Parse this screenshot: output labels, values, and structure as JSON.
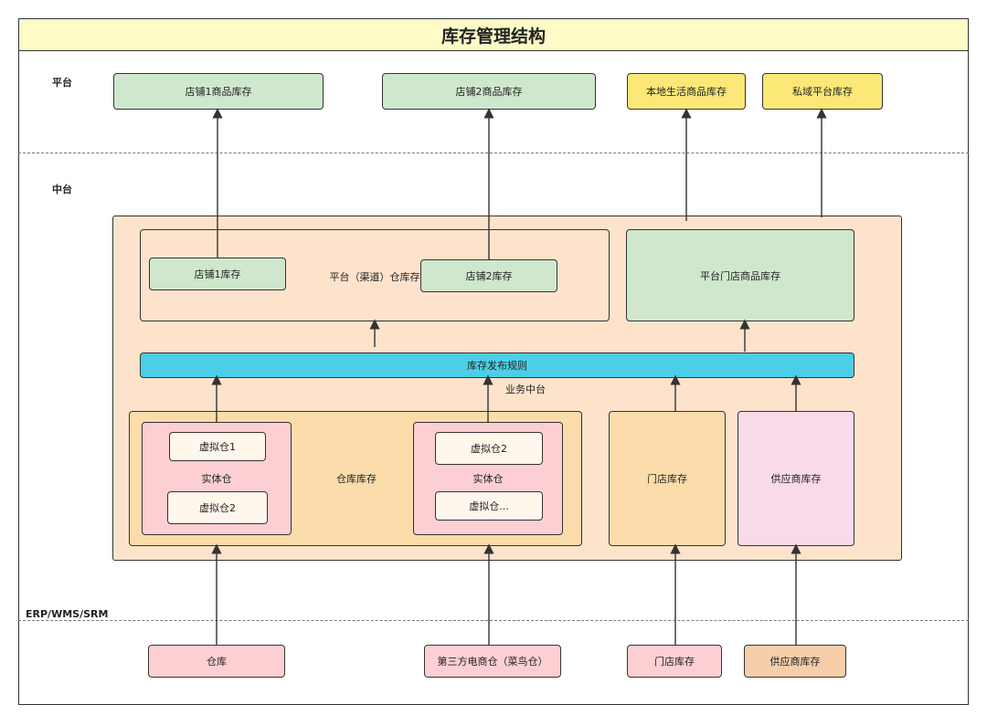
{
  "title": "库存管理结构",
  "zones": {
    "platform": "平台",
    "middle": "中台",
    "erp": "ERP/WMS/SRM"
  },
  "platform_boxes": {
    "shop1": "店铺1商品库存",
    "shop2": "店铺2商品库存",
    "local_life": "本地生活商品库存",
    "private_domain": "私域平台库存"
  },
  "middle": {
    "channel_warehouse_label": "平台（渠道）仓库存",
    "shop1_stock": "店铺1库存",
    "shop2_stock": "店铺2库存",
    "platform_store_stock": "平台门店商品库存",
    "publish_rule": "库存发布规则",
    "business_middle": "业务中台",
    "warehouse_stock_label": "仓库库存",
    "physical_a": {
      "label": "实体仓",
      "virtual_top": "虚拟仓1",
      "virtual_bottom": "虚拟仓2"
    },
    "physical_b": {
      "label": "实体仓",
      "virtual_top": "虚拟仓2",
      "virtual_bottom": "虚拟仓..."
    },
    "store_stock": "门店库存",
    "supplier_stock": "供应商库存"
  },
  "erp_boxes": {
    "warehouse": "仓库",
    "third_party": "第三方电商仓（菜鸟仓）",
    "store": "门店库存",
    "supplier": "供应商库存"
  }
}
